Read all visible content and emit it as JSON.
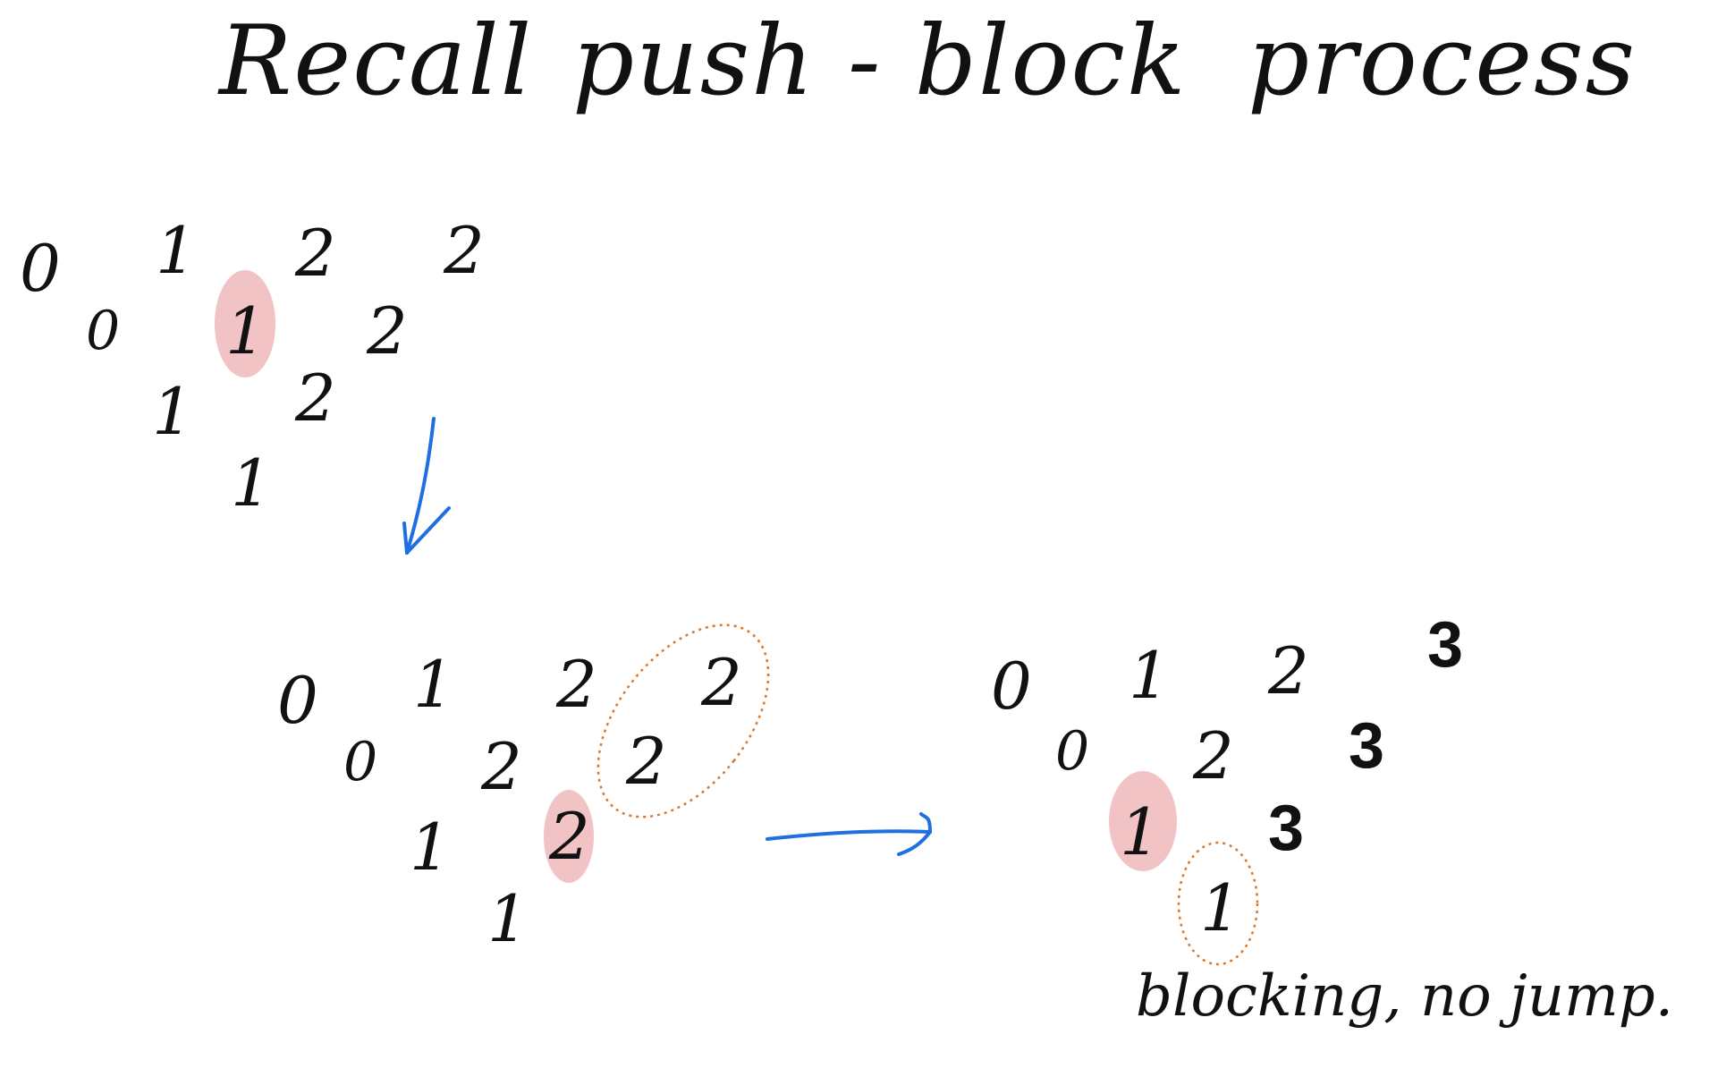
{
  "title": {
    "word1": "Recall",
    "word2": "push - block",
    "word3": "process"
  },
  "states": {
    "initial": {
      "values": [
        "0",
        "0",
        "1",
        "1",
        "1",
        "1",
        "2",
        "2",
        "2",
        "2"
      ]
    },
    "middle": {
      "values": [
        "0",
        "0",
        "1",
        "1",
        "1",
        "2",
        "2",
        "2",
        "2",
        "2"
      ]
    },
    "result": {
      "values": [
        "0",
        "0",
        "1",
        "1",
        "1",
        "2",
        "2",
        "3",
        "3",
        "3"
      ]
    }
  },
  "annotation": "blocking, no jump.",
  "colors": {
    "highlight": "#f0b8bb",
    "dotted_circle": "#d9792e",
    "arrow": "#1f6fe0",
    "ink": "#111111"
  }
}
